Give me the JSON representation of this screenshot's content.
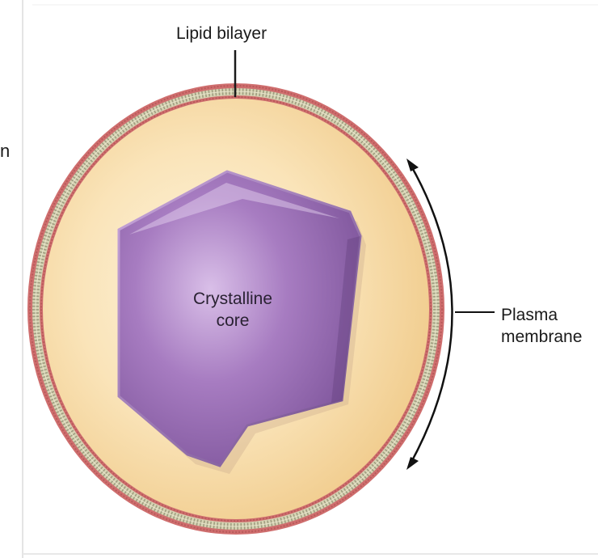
{
  "labels": {
    "lipid_bilayer": "Lipid bilayer",
    "core_line1": "Crystalline",
    "core_line2": "core",
    "plasma_line1": "Plasma",
    "plasma_line2": "membrane",
    "left_edge_fragment": "n"
  },
  "colors": {
    "cytoplasm": "#f6d9a5",
    "cytoplasm_highlight": "#fdf3dc",
    "membrane_head": "#cf6e6e",
    "membrane_tail": "#c9c6a6",
    "core": "#9a6cb5",
    "core_highlight": "#d6b8e6",
    "core_shadow": "#6f4a8a"
  },
  "icons": [
    "arrow-up-icon",
    "arrow-down-icon"
  ]
}
